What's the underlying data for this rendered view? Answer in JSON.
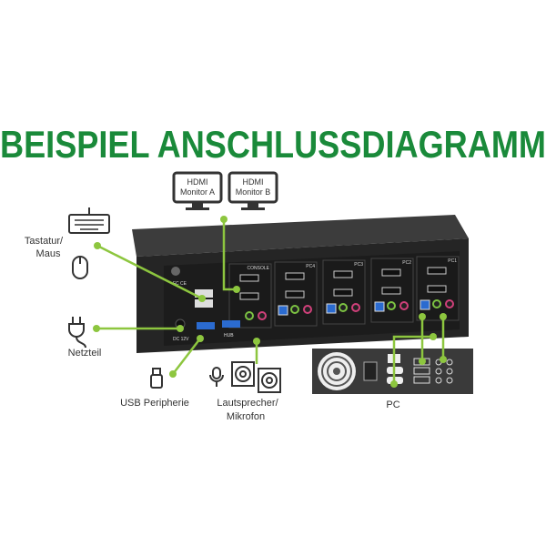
{
  "title": "BEISPIEL ANSCHLUSSDIAGRAMM",
  "colors": {
    "title": "#1a8a3a",
    "connector": "#8dc63f",
    "device": "#2b2b2b",
    "pc_panel": "#3a3a3a"
  },
  "monitors": [
    {
      "line1": "HDMI",
      "line2": "Monitor A",
      "icon": "monitor-icon"
    },
    {
      "line1": "HDMI",
      "line2": "Monitor B",
      "icon": "monitor-icon"
    }
  ],
  "labels": {
    "keyboard_mouse_1": "Tastatur/",
    "keyboard_mouse_2": "Maus",
    "power": "Netzteil",
    "usb": "USB Peripherie",
    "audio_1": "Lautsprecher/",
    "audio_2": "Mikrofon",
    "pc": "PC"
  },
  "device": {
    "ports": [
      "CONSOLE",
      "PC4",
      "PC3",
      "PC2",
      "PC1"
    ],
    "power_label": "DC 12V",
    "hub_label": "HUB",
    "certification": "FC CE"
  }
}
